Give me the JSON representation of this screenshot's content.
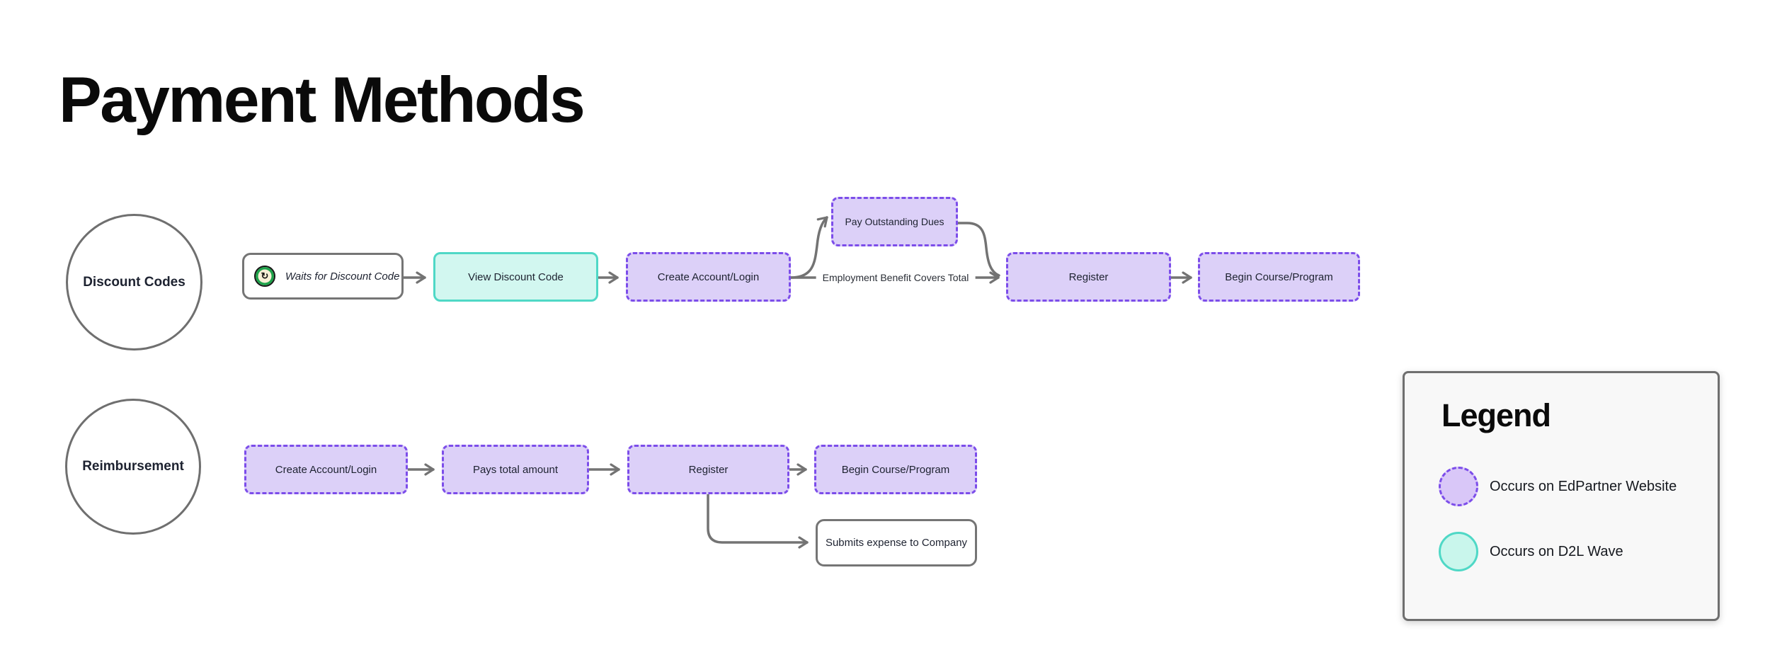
{
  "title": "Payment Methods",
  "colors": {
    "edpartner_fill": "#dcd0f8",
    "edpartner_border": "#7c4dea",
    "d2l_fill": "#d2f7f0",
    "d2l_border": "#4fd8c6",
    "line_gray": "#737373",
    "legend_bg": "#f8f8f8"
  },
  "icons": {
    "wait_glyph": "↻"
  },
  "flows": {
    "discount_codes": {
      "label": "Discount Codes",
      "nodes": {
        "waits": "Waits for Discount Code",
        "view": "View Discount Code",
        "create": "Create Account/Login",
        "pay_dues": "Pay Outstanding Dues",
        "register": "Register",
        "begin": "Begin Course/Program"
      },
      "edge_label": "Employment Benefit Covers Total"
    },
    "reimbursement": {
      "label": "Reimbursement",
      "nodes": {
        "create": "Create Account/Login",
        "pays": "Pays total amount",
        "register": "Register",
        "begin": "Begin Course/Program",
        "submits": "Submits expense to Company"
      }
    }
  },
  "legend": {
    "title": "Legend",
    "items": [
      {
        "key": "edpartner",
        "label": "Occurs on EdPartner Website"
      },
      {
        "key": "d2l",
        "label": "Occurs on D2L Wave"
      }
    ]
  }
}
